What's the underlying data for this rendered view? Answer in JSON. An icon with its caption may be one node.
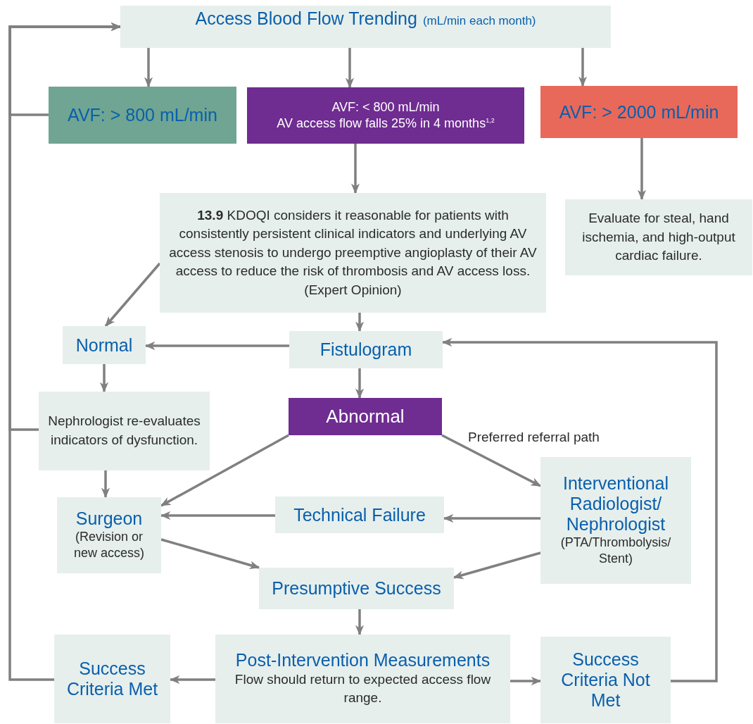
{
  "diagram": {
    "nodes": [
      {
        "text": [
          "Access Blood Flow Trending",
          "(mL/min each month)"
        ]
      },
      {
        "text": [
          "AVF: > 800 mL/min"
        ]
      },
      {
        "text": [
          "AVF: < 800 mL/min",
          "AV access flow falls 25% in 4 months$^{1,2}$"
        ]
      },
      {
        "text": [
          "AVF: > 2000 mL/min"
        ]
      },
      {
        "text": [
          "**13.9** KDOQI considers it reasonable for patients with consistently persistent clinical indicators and underlying AV access stenosis to undergo preemptive angioplasty of their AV access to reduce the risk of thrombosis and AV access loss. (Expert Opinion)"
        ]
      },
      {
        "text": [
          "Evaluate for steal, hand ischemia, and high-output cardiac failure."
        ]
      },
      {
        "text": [
          "Normal"
        ]
      },
      {
        "text": [
          "Fistulogram"
        ]
      },
      {
        "text": [
          "Nephrologist re-evaluates indicators of dysfunction."
        ]
      },
      {
        "text": [
          "Abnormal"
        ]
      },
      {
        "text": [
          "Surgeon",
          "(Revision or new access)"
        ]
      },
      {
        "text": [
          "Technical Failure"
        ]
      },
      {
        "text": [
          "Interventional Radiologist/ Nephrologist",
          "(PTA/Thrombolysis/ Stent)"
        ]
      },
      {
        "text": [
          "Presumptive Success"
        ]
      },
      {
        "text": [
          "Success Criteria Met"
        ]
      },
      {
        "text": [
          "Post-Intervention Measurements",
          "Flow should return to expected access flow range."
        ]
      },
      {
        "text": [
          "Success Criteria Not Met"
        ]
      }
    ],
    "edges": [
      {
        "from": 0,
        "to": 1,
        "arrow": "to"
      },
      {
        "from": 0,
        "to": 2,
        "arrow": "to"
      },
      {
        "from": 0,
        "to": 3,
        "arrow": "to"
      },
      {
        "from": 1,
        "to": 0,
        "arrow": "to"
      },
      {
        "from": 2,
        "to": 4,
        "arrow": "to"
      },
      {
        "from": 3,
        "to": 5,
        "arrow": "to"
      },
      {
        "from": 4,
        "to": 6,
        "arrow": "to"
      },
      {
        "from": 4,
        "to": 7,
        "arrow": "to"
      },
      {
        "from": 7,
        "to": 6,
        "arrow": "to"
      },
      {
        "from": 7,
        "to": 9,
        "arrow": "to"
      },
      {
        "from": 6,
        "to": 8,
        "arrow": "to"
      },
      {
        "from": 8,
        "to": 0,
        "arrow": "to"
      },
      {
        "from": 8,
        "to": 10,
        "arrow": "to"
      },
      {
        "from": 9,
        "to": 10,
        "arrow": "to"
      },
      {
        "from": 9,
        "to": 12,
        "arrow": "to",
        "label": "Preferred referral path"
      },
      {
        "from": 12,
        "to": 11,
        "arrow": "to"
      },
      {
        "from": 11,
        "to": 10,
        "arrow": "to"
      },
      {
        "from": 10,
        "to": 13,
        "arrow": "to"
      },
      {
        "from": 12,
        "to": 13,
        "arrow": "to"
      },
      {
        "from": 13,
        "to": 15,
        "arrow": "to"
      },
      {
        "from": 15,
        "to": 14,
        "arrow": "to"
      },
      {
        "from": 15,
        "to": 16,
        "arrow": "to"
      },
      {
        "from": 14,
        "to": 0,
        "arrow": "to"
      },
      {
        "from": 16,
        "to": 7,
        "arrow": "to"
      }
    ]
  }
}
